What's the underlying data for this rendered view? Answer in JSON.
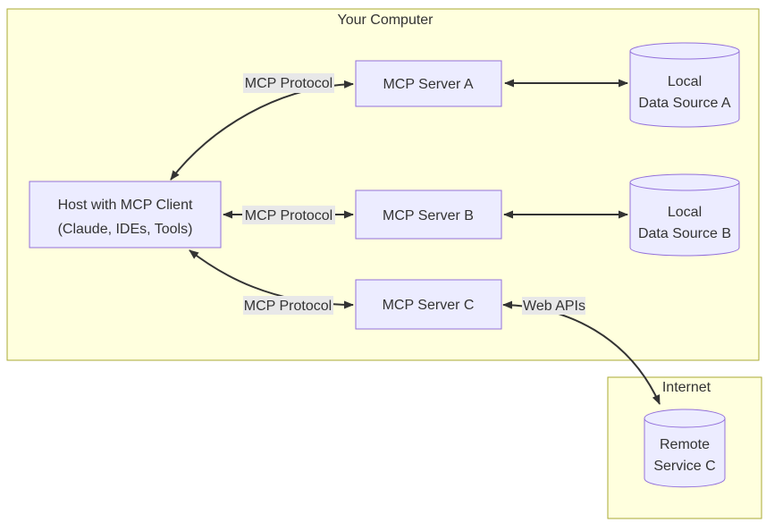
{
  "diagram": {
    "type": "flowchart",
    "groups": {
      "your_computer": {
        "title": "Your Computer"
      },
      "internet": {
        "title": "Internet"
      }
    },
    "nodes": {
      "host": {
        "shape": "rect",
        "line1": "Host with MCP Client",
        "line2": "(Claude, IDEs, Tools)"
      },
      "server_a": {
        "shape": "rect",
        "label": "MCP Server A"
      },
      "server_b": {
        "shape": "rect",
        "label": "MCP Server B"
      },
      "server_c": {
        "shape": "rect",
        "label": "MCP Server C"
      },
      "data_source_a": {
        "shape": "cylinder",
        "line1": "Local",
        "line2": "Data Source A"
      },
      "data_source_b": {
        "shape": "cylinder",
        "line1": "Local",
        "line2": "Data Source B"
      },
      "remote_service_c": {
        "shape": "cylinder",
        "line1": "Remote",
        "line2": "Service C"
      }
    },
    "edges": {
      "host_server_a": {
        "label": "MCP Protocol",
        "bidirectional": true
      },
      "host_server_b": {
        "label": "MCP Protocol",
        "bidirectional": true
      },
      "host_server_c": {
        "label": "MCP Protocol",
        "bidirectional": true
      },
      "server_a_data_a": {
        "bidirectional": true
      },
      "server_b_data_b": {
        "bidirectional": true
      },
      "server_c_remote": {
        "label": "Web APIs",
        "bidirectional": true
      }
    },
    "colors": {
      "cluster_fill": "#ffffde",
      "cluster_border": "#aaaa33",
      "node_fill": "#ececff",
      "node_border": "#9370db",
      "edge_label_bg": "#e8e8e8",
      "edge_stroke": "#333333",
      "text": "#333333"
    }
  }
}
